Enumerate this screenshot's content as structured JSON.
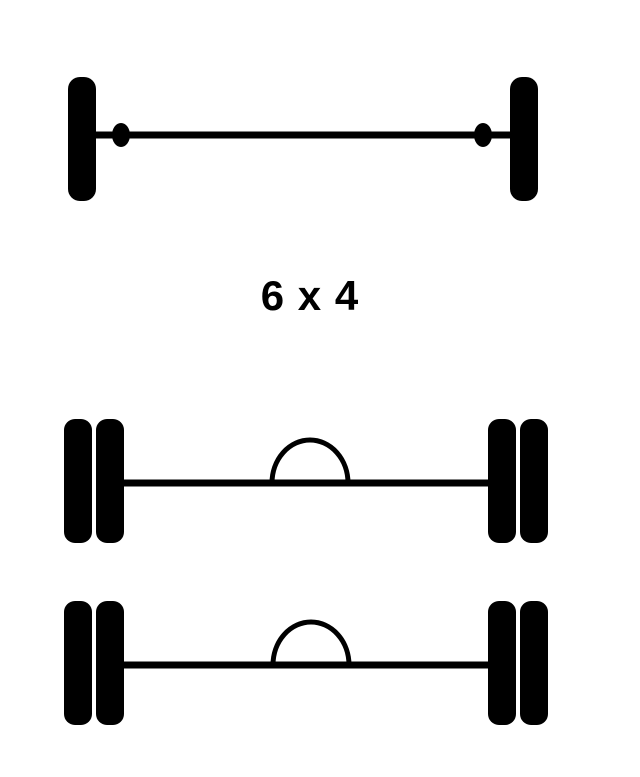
{
  "diagram": {
    "label": "6 x 4",
    "colors": {
      "ink": "#000000",
      "background": "#ffffff"
    },
    "axles": [
      {
        "position": "front",
        "kind": "steer",
        "wheels_per_side": 1,
        "driven": false
      },
      {
        "position": "rear-1",
        "kind": "drive",
        "wheels_per_side": 2,
        "driven": true
      },
      {
        "position": "rear-2",
        "kind": "drive",
        "wheels_per_side": 2,
        "driven": true
      }
    ]
  }
}
